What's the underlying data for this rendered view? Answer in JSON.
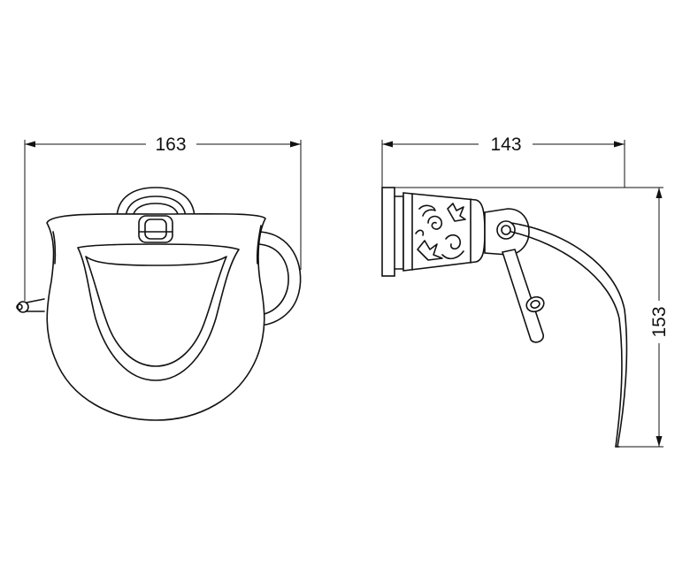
{
  "dimensions": {
    "front_width": "163",
    "side_depth": "143",
    "side_height": "153"
  }
}
